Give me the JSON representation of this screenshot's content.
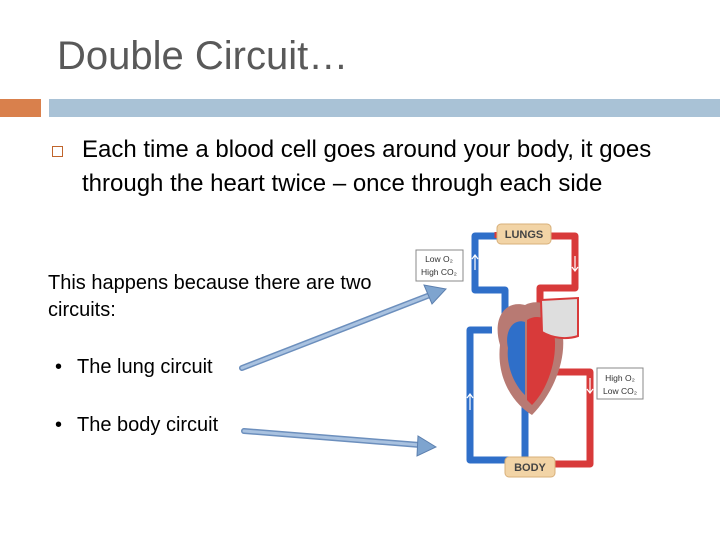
{
  "slide": {
    "title": "Double Circuit…",
    "bullet": "Each time a blood cell goes around your body, it goes through the heart twice – once through each side",
    "paragraph": "This happens because there are two circuits:",
    "items": [
      "The lung circuit",
      "The body circuit"
    ],
    "bullet_dot": "•"
  },
  "diagram": {
    "lungs_label": "LUNGS",
    "body_label": "BODY",
    "lung_box_line1": "Low O₂",
    "lung_box_line2": "High CO₂",
    "body_box_line1": "High O₂",
    "body_box_line2": "Low CO₂"
  },
  "colors": {
    "title": "#595959",
    "accent_orange": "#d9804c",
    "accent_blue": "#a9c2d6",
    "oxygenated": "#d83a3a",
    "deoxygenated": "#2f6fc9",
    "arrow": "#7ea4cf"
  }
}
